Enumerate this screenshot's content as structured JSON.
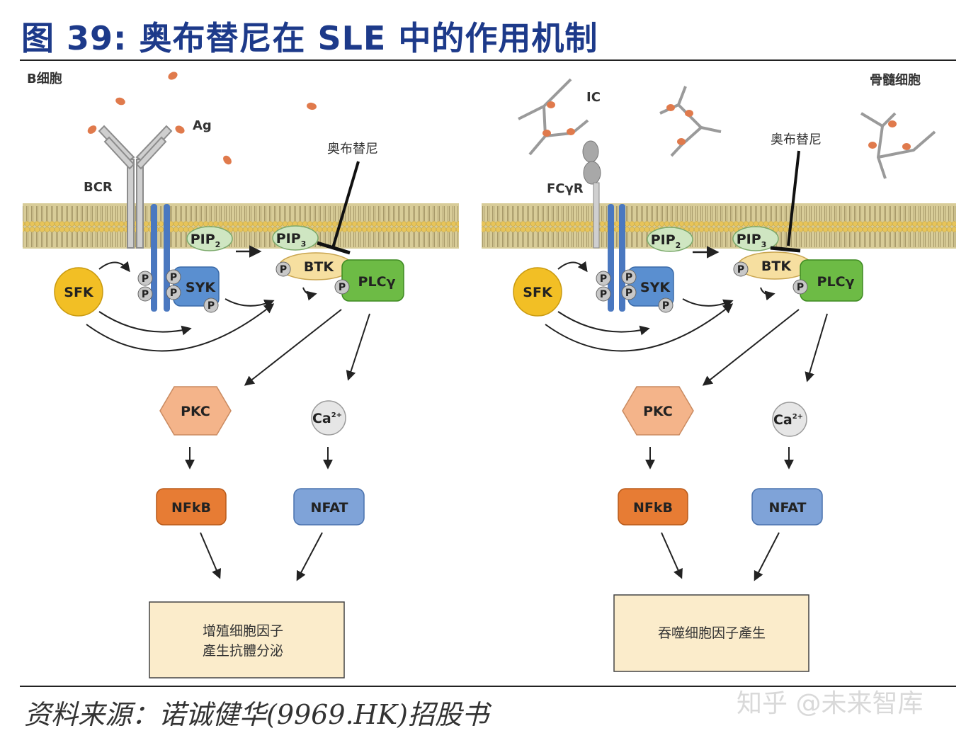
{
  "title": "图 39:  奥布替尼在 SLE 中的作用机制",
  "source": "资料来源：诺诚健华(9969.HK)招股书",
  "watermark": "知乎 @未来智库",
  "left_panel": {
    "cell_label": "B细胞",
    "antigen_label": "Ag",
    "receptor_label": "BCR",
    "drug_label": "奥布替尼",
    "outcome_lines": [
      "增殖细胞因子",
      "產生抗體分泌"
    ]
  },
  "right_panel": {
    "cell_label": "骨髓细胞",
    "complex_label": "IC",
    "receptor_label": "FCγR",
    "drug_label": "奥布替尼",
    "outcome_lines": [
      "吞噬细胞因子產生"
    ]
  },
  "nodes": {
    "sfk": "SFK",
    "syk": "SYK",
    "pip2": "PIP",
    "pip2_sub": "2",
    "pip3": "PIP",
    "pip3_sub": "3",
    "btk": "BTK",
    "plcg": "PLCγ",
    "pkc": "PKC",
    "ca": "Ca",
    "ca_sup": "2+",
    "nfkb": "NFkB",
    "nfat": "NFAT",
    "phospho": "P"
  },
  "colors": {
    "title": "#1d3a8a",
    "membrane": "#cbbe86",
    "head": "#e7c45a",
    "receptor_blue": "#4a78c0",
    "sfk": "#f2bf25",
    "syk": "#5a8fd0",
    "pip": "#cfe6c2",
    "btk": "#f6dfa0",
    "plcg": "#6dbb45",
    "pkc": "#f4b48a",
    "nfkb": "#e77c34",
    "nfat": "#7fa3d8",
    "outcome": "#fbeccb",
    "antigen": "#e07a4c"
  }
}
